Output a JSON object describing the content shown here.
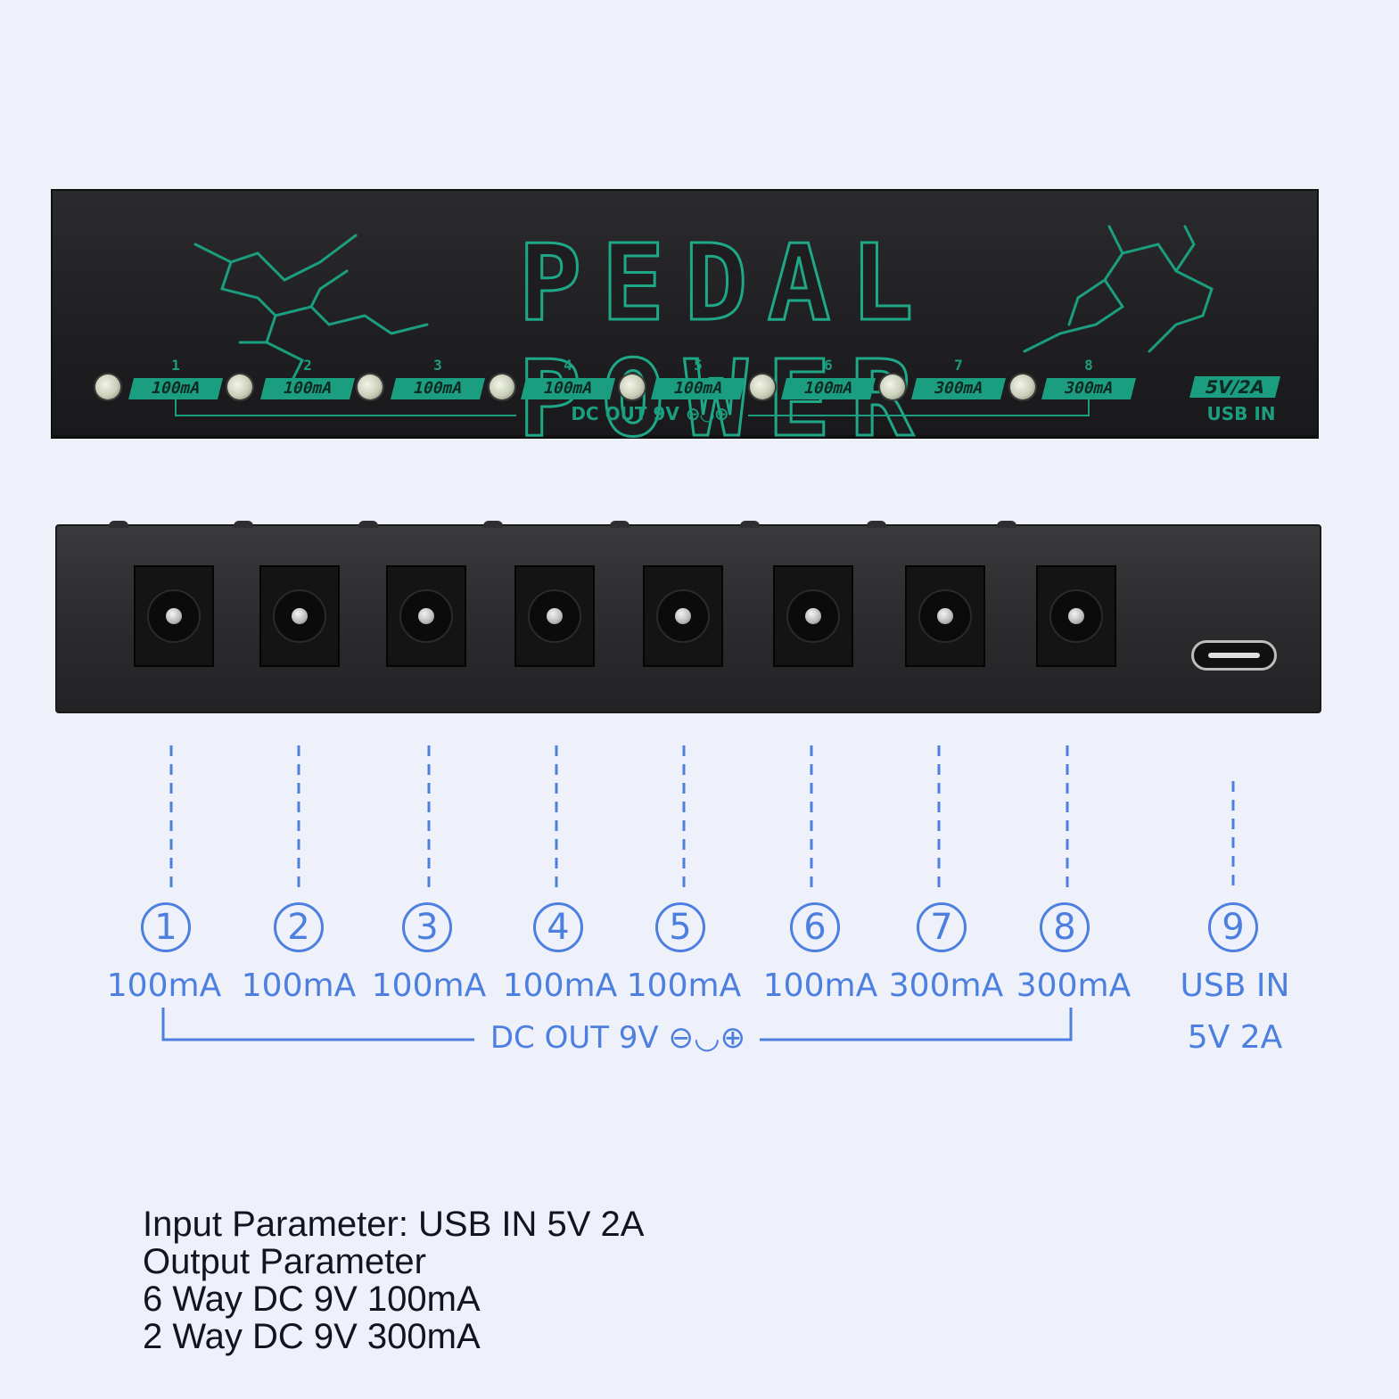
{
  "device_top": {
    "brand": "PEDAL POWER",
    "ports": [
      {
        "num": "1",
        "current": "100mA"
      },
      {
        "num": "2",
        "current": "100mA"
      },
      {
        "num": "3",
        "current": "100mA"
      },
      {
        "num": "4",
        "current": "100mA"
      },
      {
        "num": "5",
        "current": "100mA"
      },
      {
        "num": "6",
        "current": "100mA"
      },
      {
        "num": "7",
        "current": "300mA"
      },
      {
        "num": "8",
        "current": "300mA"
      }
    ],
    "dc_out_label": "DC OUT 9V ⊖◡⊕",
    "usb_rating": "5V/2A",
    "usb_label": "USB IN",
    "accent_color": "#1b9e7f"
  },
  "diagram": {
    "ports": [
      {
        "num": "1",
        "current": "100mA"
      },
      {
        "num": "2",
        "current": "100mA"
      },
      {
        "num": "3",
        "current": "100mA"
      },
      {
        "num": "4",
        "current": "100mA"
      },
      {
        "num": "5",
        "current": "100mA"
      },
      {
        "num": "6",
        "current": "100mA"
      },
      {
        "num": "7",
        "current": "300mA"
      },
      {
        "num": "8",
        "current": "300mA"
      },
      {
        "num": "9",
        "current": "USB IN"
      }
    ],
    "dc_out_label": "DC OUT 9V ⊖◡⊕",
    "usb_rating": "5V 2A",
    "accent_color": "#4c7fe0"
  },
  "specs": {
    "line1": "Input Parameter: USB IN 5V 2A",
    "line2": "Output Parameter",
    "line3": "6 Way DC 9V 100mA",
    "line4": "2 Way DC 9V 300mA"
  }
}
